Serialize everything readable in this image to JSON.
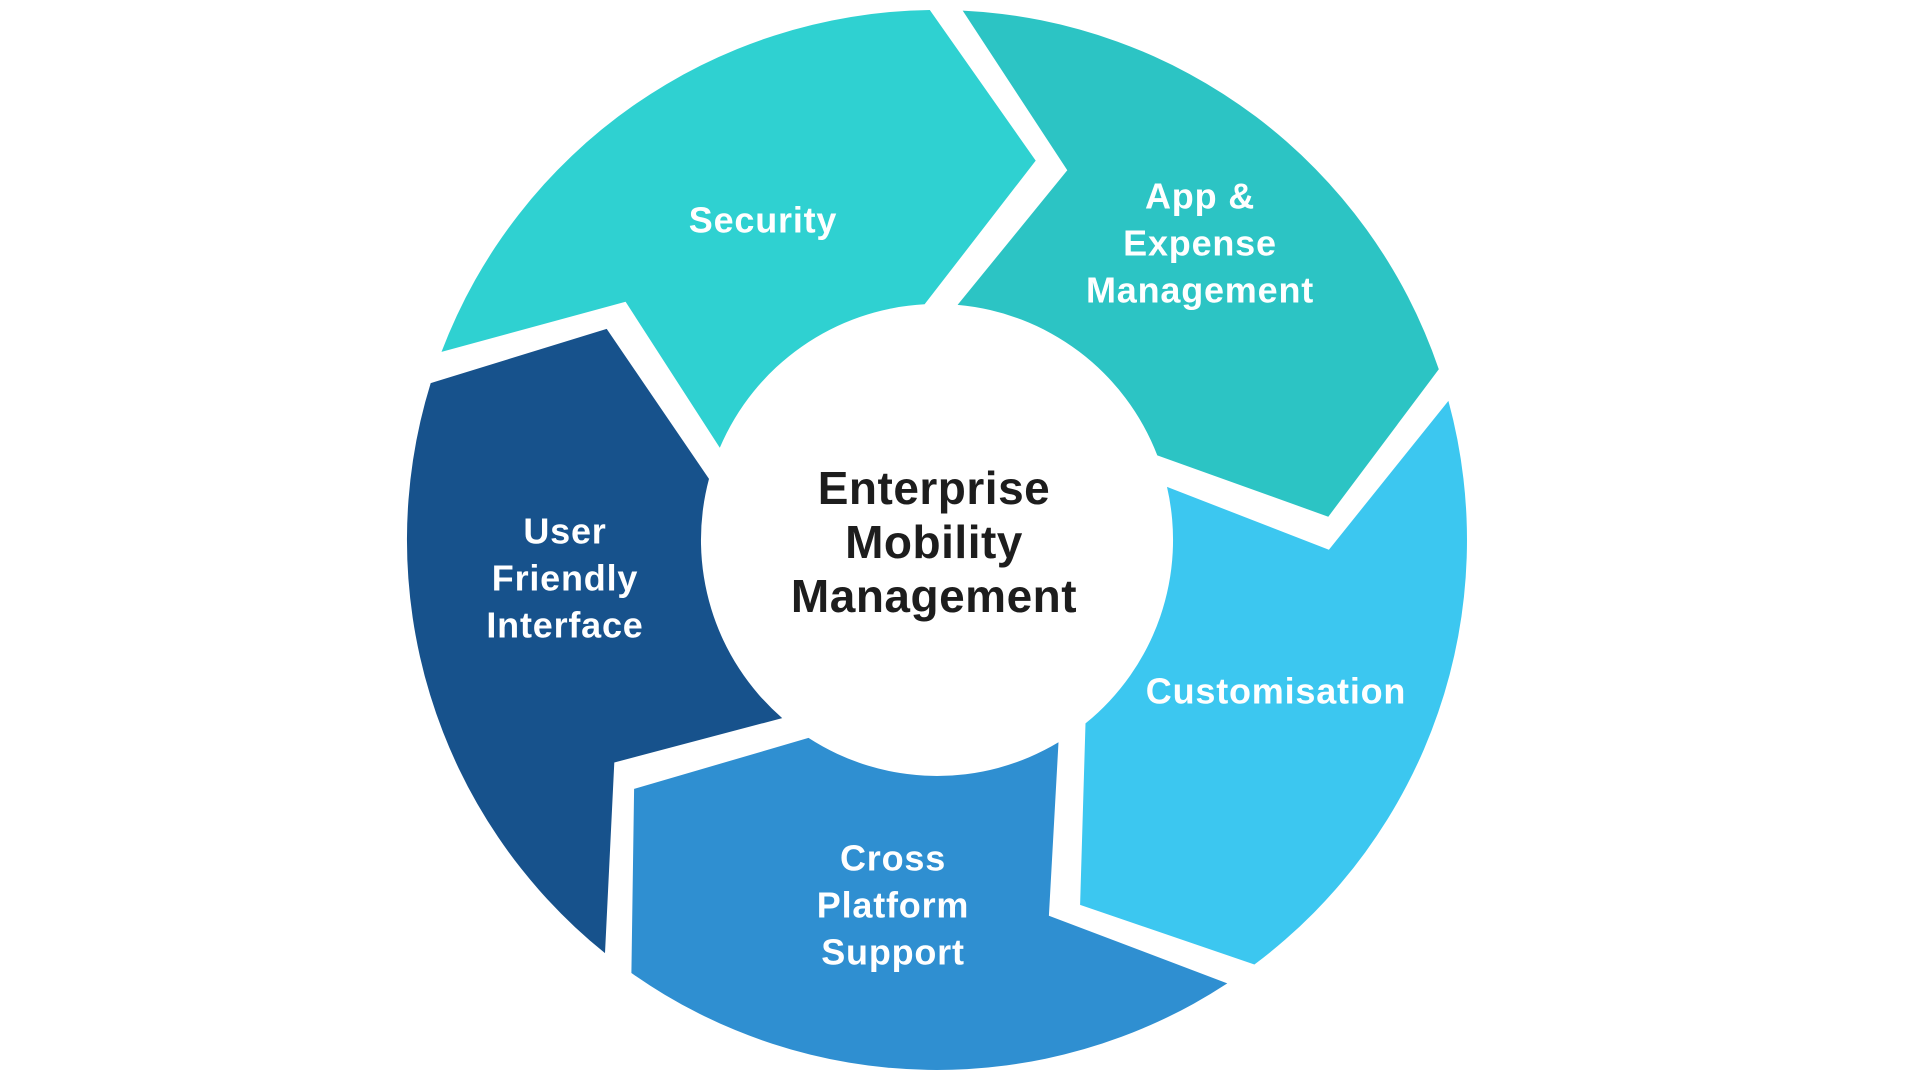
{
  "diagram": {
    "type": "cycle",
    "flow_direction": "clockwise",
    "center": {
      "title": "Enterprise\nMobility\nManagement",
      "text_color": "#1d1d1d",
      "background_color": "#ffffff"
    },
    "label_text_color": "#ffffff",
    "segments": [
      {
        "id": "security",
        "label": "Security",
        "color": "#2fd1d1"
      },
      {
        "id": "app-expense-management",
        "label": "App &\nExpense\nManagement",
        "color": "#2cc4c4"
      },
      {
        "id": "customisation",
        "label": "Customisation",
        "color": "#3cc7f0"
      },
      {
        "id": "cross-platform-support",
        "label": "Cross\nPlatform\nSupport",
        "color": "#2f8fd1"
      },
      {
        "id": "user-friendly-interface",
        "label": "User\nFriendly\nInterface",
        "color": "#17528c"
      }
    ]
  }
}
